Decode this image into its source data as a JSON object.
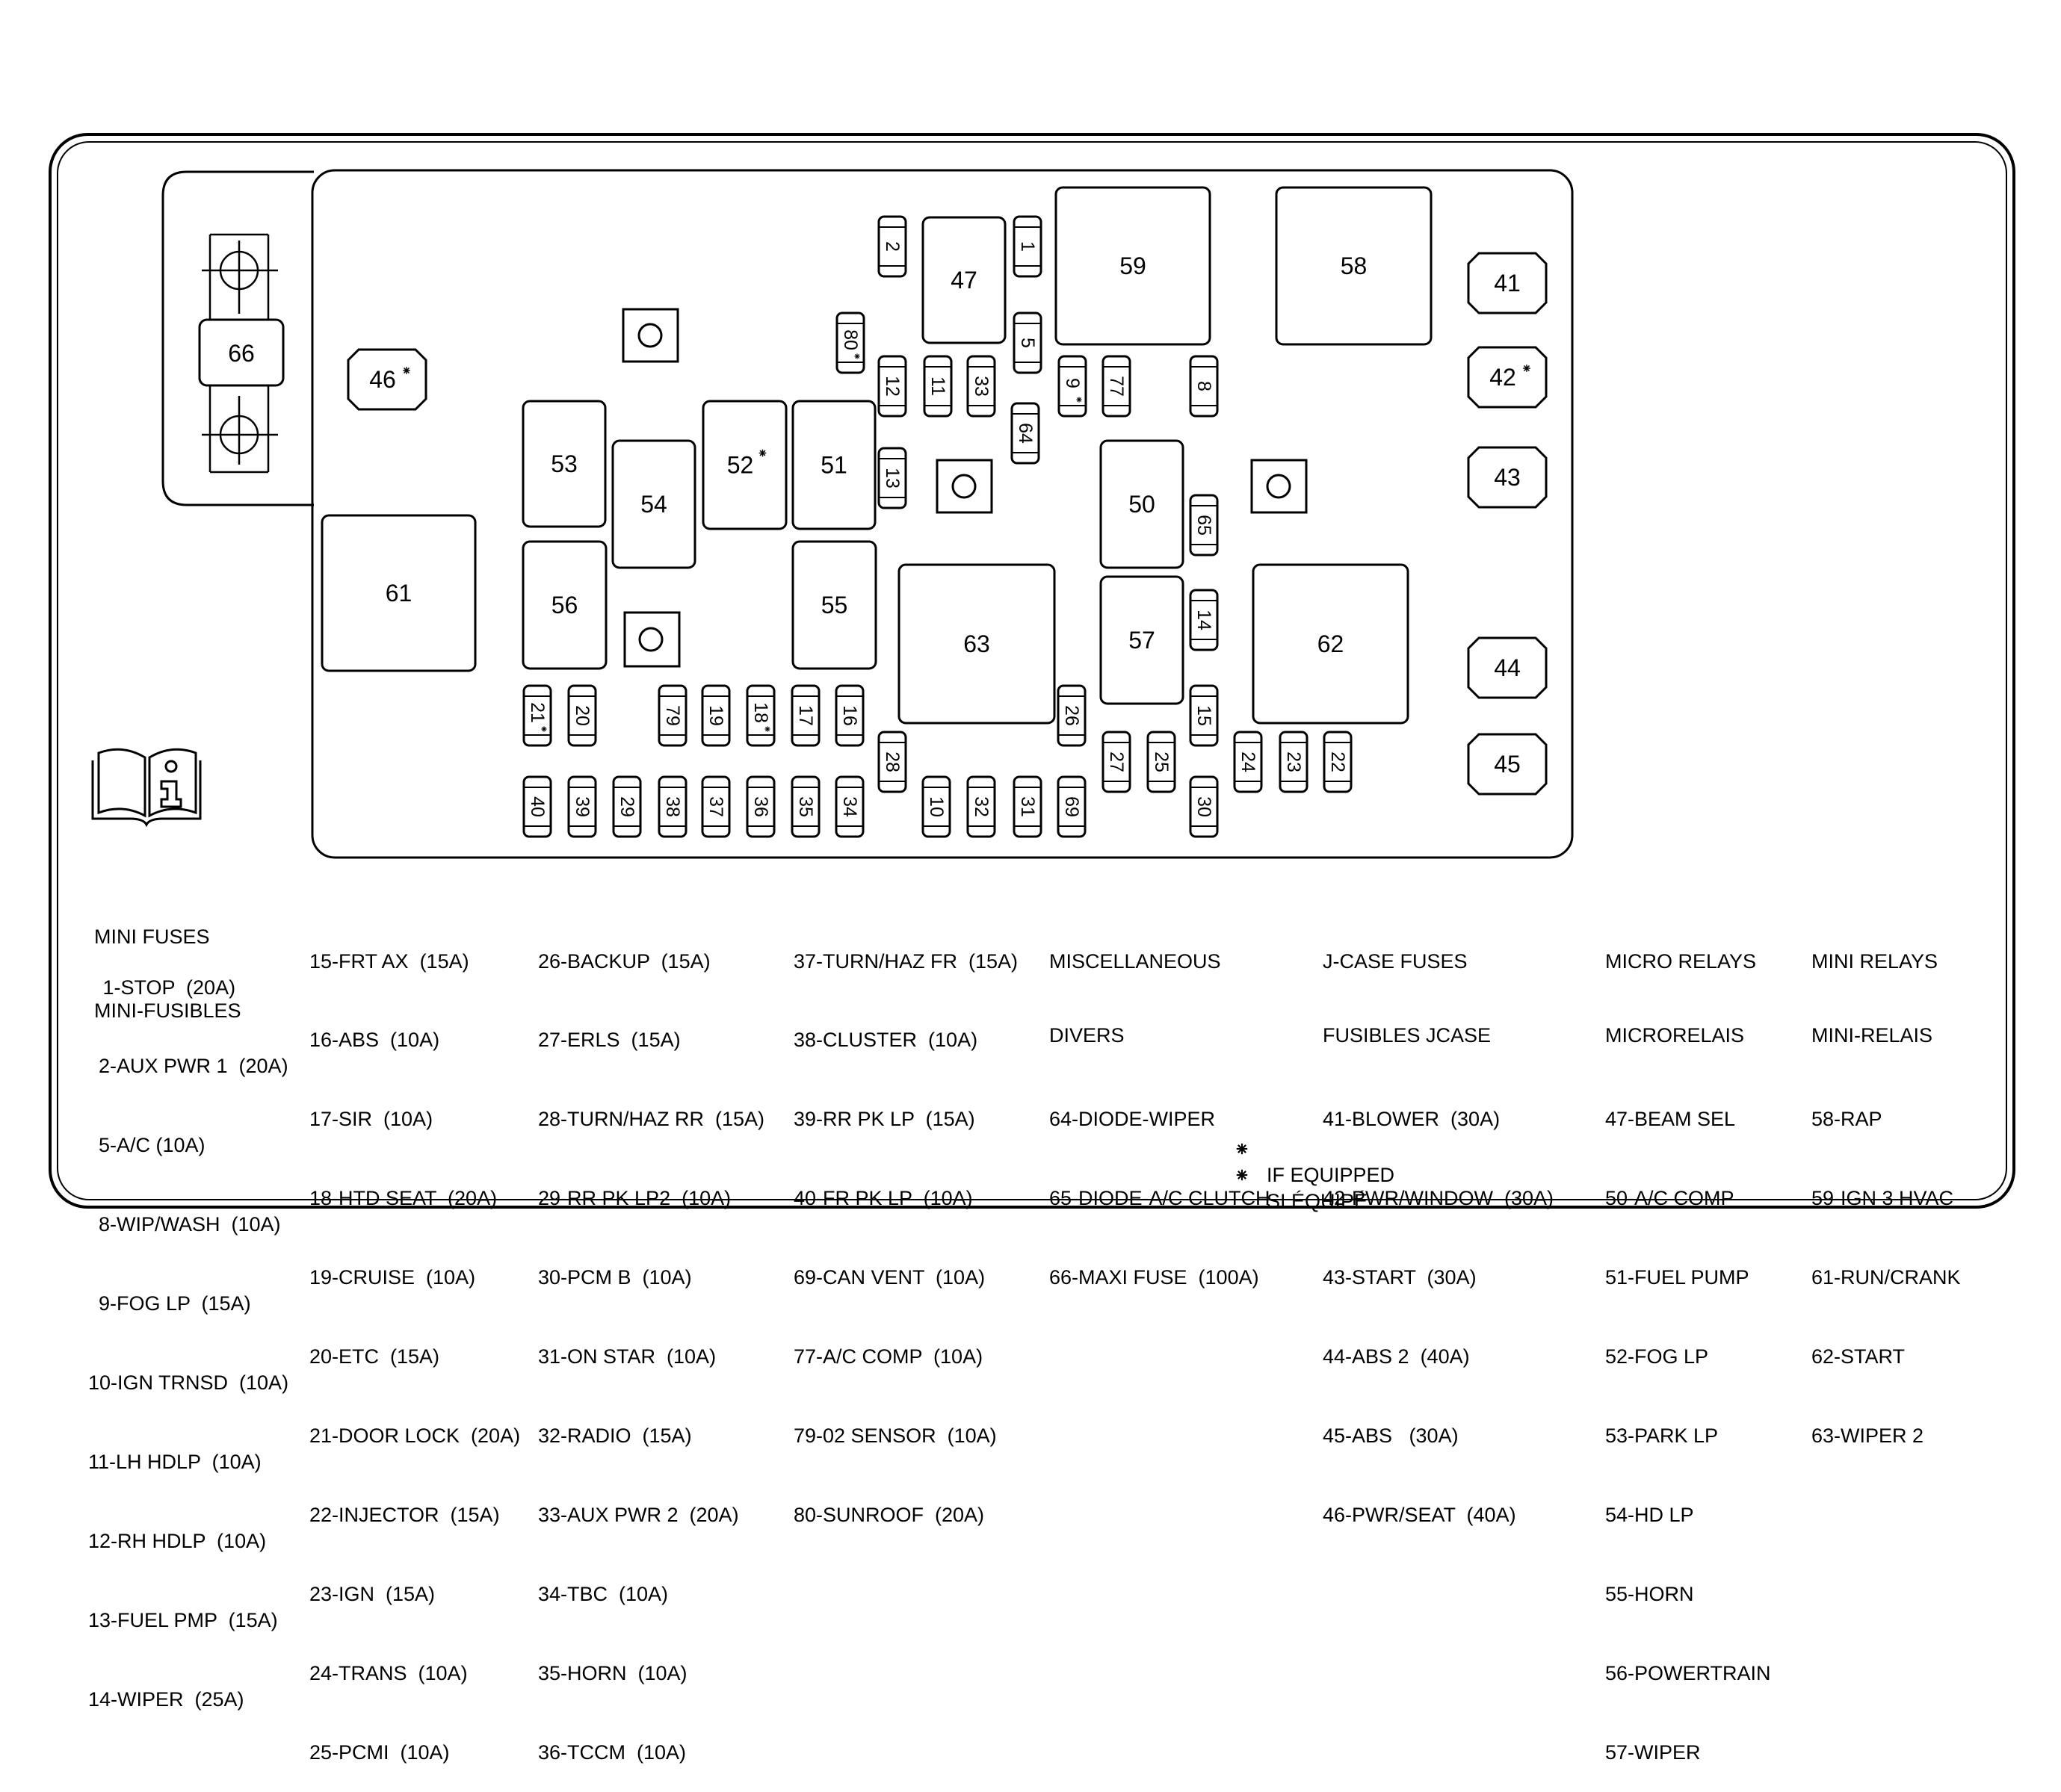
{
  "components": {
    "big": [
      {
        "id": "61",
        "label": "61"
      },
      {
        "id": "63",
        "label": "63"
      },
      {
        "id": "62",
        "label": "62"
      },
      {
        "id": "59",
        "label": "59"
      },
      {
        "id": "58",
        "label": "58"
      }
    ],
    "relays": [
      {
        "id": "47",
        "label": "47"
      },
      {
        "id": "53",
        "label": "53"
      },
      {
        "id": "54",
        "label": "54"
      },
      {
        "id": "52",
        "label": "52",
        "star": true
      },
      {
        "id": "51",
        "label": "51"
      },
      {
        "id": "56",
        "label": "56"
      },
      {
        "id": "55",
        "label": "55"
      },
      {
        "id": "50",
        "label": "50"
      },
      {
        "id": "57",
        "label": "57"
      }
    ],
    "jcase": [
      {
        "id": "41",
        "label": "41"
      },
      {
        "id": "42",
        "label": "42",
        "star": true
      },
      {
        "id": "43",
        "label": "43"
      },
      {
        "id": "44",
        "label": "44"
      },
      {
        "id": "45",
        "label": "45"
      },
      {
        "id": "46",
        "label": "46",
        "star": true
      }
    ],
    "maxi": {
      "id": "66",
      "label": "66"
    },
    "fuses": [
      {
        "id": "2",
        "label": "2"
      },
      {
        "id": "1",
        "label": "1"
      },
      {
        "id": "80",
        "label": "80",
        "star": true
      },
      {
        "id": "5",
        "label": "5"
      },
      {
        "id": "12",
        "label": "12"
      },
      {
        "id": "11",
        "label": "11"
      },
      {
        "id": "33",
        "label": "33"
      },
      {
        "id": "9",
        "label": "9",
        "star": true
      },
      {
        "id": "77",
        "label": "77"
      },
      {
        "id": "8",
        "label": "8"
      },
      {
        "id": "64",
        "label": "64"
      },
      {
        "id": "13",
        "label": "13"
      },
      {
        "id": "65",
        "label": "65"
      },
      {
        "id": "14",
        "label": "14"
      },
      {
        "id": "21",
        "label": "21",
        "star": true
      },
      {
        "id": "20",
        "label": "20"
      },
      {
        "id": "79",
        "label": "79"
      },
      {
        "id": "19",
        "label": "19"
      },
      {
        "id": "18",
        "label": "18",
        "star": true
      },
      {
        "id": "17",
        "label": "17"
      },
      {
        "id": "16",
        "label": "16"
      },
      {
        "id": "26",
        "label": "26"
      },
      {
        "id": "15",
        "label": "15"
      },
      {
        "id": "28",
        "label": "28"
      },
      {
        "id": "27",
        "label": "27"
      },
      {
        "id": "25",
        "label": "25"
      },
      {
        "id": "24",
        "label": "24"
      },
      {
        "id": "23",
        "label": "23"
      },
      {
        "id": "22",
        "label": "22"
      },
      {
        "id": "40",
        "label": "40"
      },
      {
        "id": "39",
        "label": "39"
      },
      {
        "id": "29",
        "label": "29"
      },
      {
        "id": "38",
        "label": "38"
      },
      {
        "id": "37",
        "label": "37"
      },
      {
        "id": "36",
        "label": "36"
      },
      {
        "id": "35",
        "label": "35"
      },
      {
        "id": "34",
        "label": "34"
      },
      {
        "id": "10",
        "label": "10"
      },
      {
        "id": "32",
        "label": "32"
      },
      {
        "id": "31",
        "label": "31"
      },
      {
        "id": "69",
        "label": "69"
      },
      {
        "id": "30",
        "label": "30"
      }
    ]
  },
  "legend": {
    "mini_fuses": {
      "headers": [
        "MINI FUSES",
        "MINI-FUSIBLES"
      ],
      "items": [
        " 1-STOP  (20A)",
        "2-AUX PWR 1  (20A)",
        "5-A/C (10A)",
        "8-WIP/WASH  (10A)",
        "9-FOG LP  (15A)",
        "10-IGN TRNSD  (10A)",
        "11-LH HDLP  (10A)",
        "12-RH HDLP  (10A)",
        "13-FUEL PMP  (15A)",
        "14-WIPER  (25A)"
      ]
    },
    "col2": [
      "15-FRT AX  (15A)",
      "16-ABS  (10A)",
      "17-SIR  (10A)",
      "18-HTD SEAT  (20A)",
      "19-CRUISE  (10A)",
      "20-ETC  (15A)",
      "21-DOOR LOCK  (20A)",
      "22-INJECTOR  (15A)",
      "23-IGN  (15A)",
      "24-TRANS  (10A)",
      "25-PCMI  (10A)"
    ],
    "col3": [
      "26-BACKUP  (15A)",
      "27-ERLS  (15A)",
      "28-TURN/HAZ RR  (15A)",
      "29-RR PK LP2  (10A)",
      "30-PCM B  (10A)",
      "31-ON STAR  (10A)",
      "32-RADIO  (15A)",
      "33-AUX PWR 2  (20A)",
      "34-TBC  (10A)",
      "35-HORN  (10A)",
      "36-TCCM  (10A)"
    ],
    "col4": [
      "37-TURN/HAZ FR  (15A)",
      "38-CLUSTER  (10A)",
      "39-RR PK LP  (15A)",
      "40-FR PK LP  (10A)",
      "69-CAN VENT  (10A)",
      "77-A/C COMP  (10A)",
      "79-02 SENSOR  (10A)",
      "80-SUNROOF  (20A)"
    ],
    "misc": {
      "headers": [
        "MISCELLANEOUS",
        "DIVERS"
      ],
      "items": [
        "64-DIODE-WIPER",
        "65-DIODE-A/C CLUTCH",
        "66-MAXI FUSE  (100A)"
      ]
    },
    "jcase": {
      "headers": [
        "J-CASE FUSES",
        "FUSIBLES JCASE"
      ],
      "items": [
        "41-BLOWER  (30A)",
        "42-PWR/WINDOW  (30A)",
        "43-START  (30A)",
        "44-ABS 2  (40A)",
        "45-ABS   (30A)",
        "46-PWR/SEAT  (40A)"
      ]
    },
    "micro": {
      "headers": [
        "MICRO RELAYS",
        "MICRORELAIS"
      ],
      "items": [
        "47-BEAM SEL",
        "50-A/C COMP",
        "51-FUEL PUMP",
        "52-FOG LP",
        "53-PARK LP",
        "54-HD LP",
        "55-HORN",
        "56-POWERTRAIN",
        "57-WIPER"
      ]
    },
    "mini_relays": {
      "headers": [
        "MINI RELAYS",
        "MINI-RELAIS"
      ],
      "items": [
        "58-RAP",
        "59-IGN 3 HVAC",
        "61-RUN/CRANK",
        "62-START",
        "63-WIPER 2"
      ]
    },
    "notes": [
      "IF EQUIPPED",
      "SI ÉQUIPÉ"
    ]
  },
  "icons": [
    "owner-manual-info-icon",
    "asterisk-icon"
  ]
}
